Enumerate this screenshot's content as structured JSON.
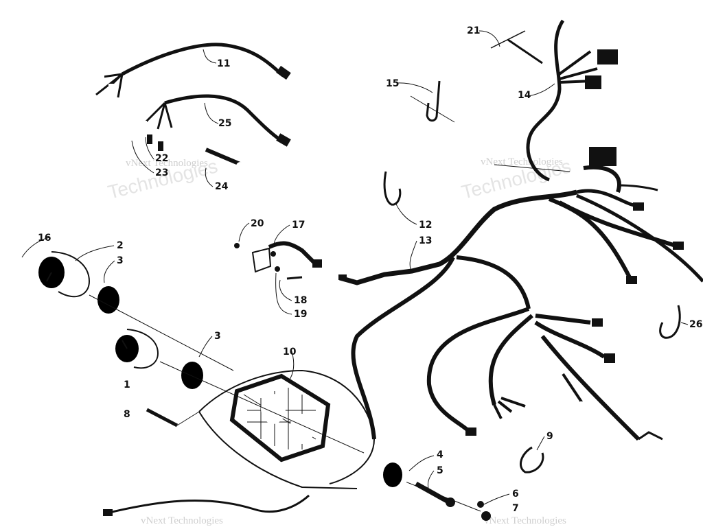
{
  "callouts": [
    "1",
    "2",
    "3",
    "3",
    "4",
    "5",
    "6",
    "7",
    "8",
    "9",
    "10",
    "11",
    "12",
    "13",
    "14",
    "15",
    "16",
    "17",
    "18",
    "19",
    "20",
    "21",
    "22",
    "23",
    "24",
    "25",
    "26"
  ],
  "watermark": {
    "line1": "vNext Technologies",
    "line2": "Technologies"
  },
  "colors": {
    "ink": "#111111",
    "paper": "#ffffff",
    "watermark": "#d8d8d8"
  }
}
